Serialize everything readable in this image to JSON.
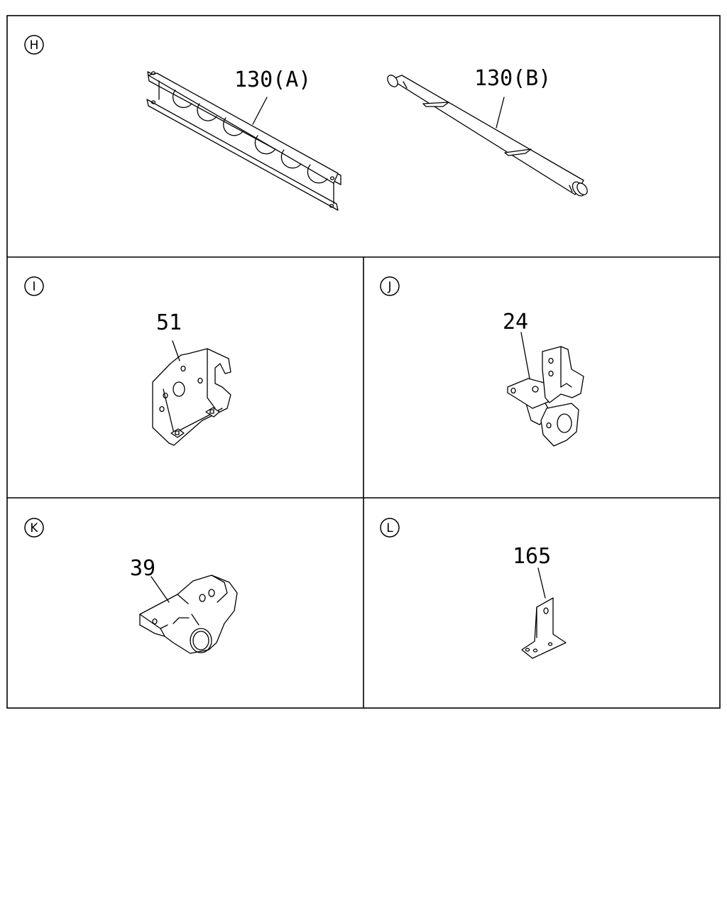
{
  "panels": [
    {
      "id": "H",
      "parts": [
        {
          "label": "130(A)"
        },
        {
          "label": "130(B)"
        }
      ]
    },
    {
      "id": "I",
      "parts": [
        {
          "label": "51"
        }
      ]
    },
    {
      "id": "J",
      "parts": [
        {
          "label": "24"
        }
      ]
    },
    {
      "id": "K",
      "parts": [
        {
          "label": "39"
        }
      ]
    },
    {
      "id": "L",
      "parts": [
        {
          "label": "165"
        }
      ]
    }
  ]
}
